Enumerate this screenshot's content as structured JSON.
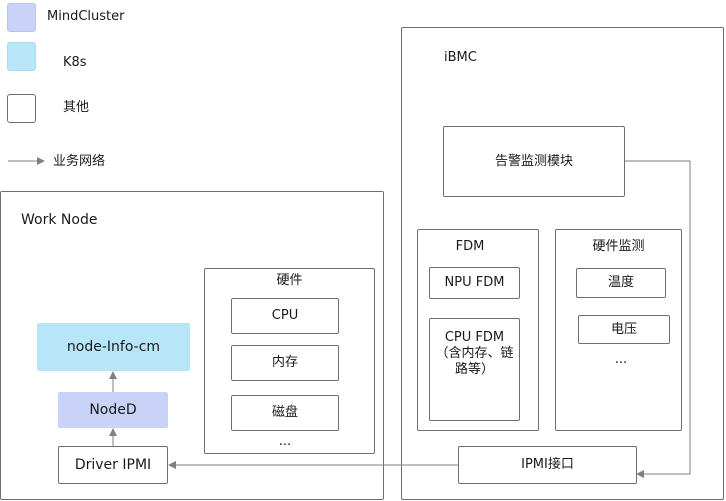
{
  "legend": {
    "mindcluster": "MindCluster",
    "k8s": "K8s",
    "other": "其他",
    "network": "业务网络"
  },
  "colors": {
    "mindcluster": "#c9d2f7",
    "k8s": "#b8e6f9",
    "border": "#6f6f6f",
    "arrow": "#808080"
  },
  "work_node": {
    "title": "Work Node",
    "node_info_cm": "node-Info-cm",
    "noded": "NodeD",
    "driver_ipmi": "Driver IPMI",
    "hardware": {
      "title": "硬件",
      "items": [
        "CPU",
        "内存",
        "磁盘"
      ],
      "more": "..."
    }
  },
  "ibmc": {
    "title": "iBMC",
    "alarm_module": "告警监测模块",
    "fdm": {
      "title": "FDM",
      "npu_fdm": "NPU FDM",
      "cpu_fdm_line1": "CPU FDM",
      "cpu_fdm_line2": "（含内存、链",
      "cpu_fdm_line3": "路等）"
    },
    "hw_monitor": {
      "title": "硬件监测",
      "items": [
        "温度",
        "电压"
      ],
      "more": "..."
    },
    "ipmi_interface": "IPMI接口"
  }
}
